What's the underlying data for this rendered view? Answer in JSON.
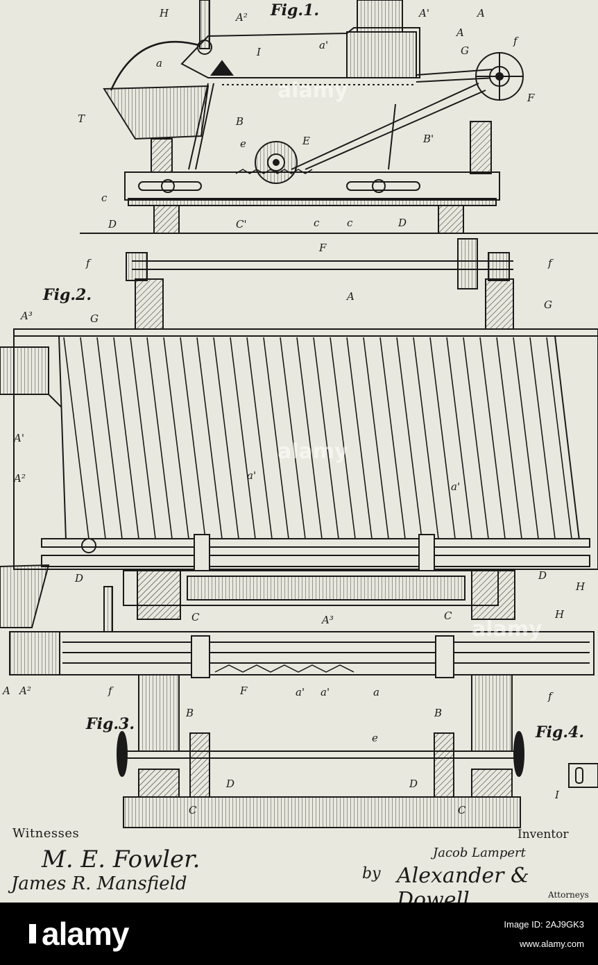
{
  "figures": [
    "Fig.1.",
    "Fig.2.",
    "Fig.3.",
    "Fig.4."
  ],
  "part_labels": {
    "A": "A",
    "A1": "A'",
    "A2": "A²",
    "A3": "A³",
    "a": "a",
    "a1": "a'",
    "B": "B",
    "B1": "B'",
    "C": "C",
    "C1": "C'",
    "c": "c",
    "D": "D",
    "E": "E",
    "e": "e",
    "F": "F",
    "f": "f",
    "G": "G",
    "H": "H",
    "T": "T",
    "I": "I"
  },
  "captions": {
    "witnesses": "Witnesses",
    "inventor": "Inventor",
    "inventor_name": "Jacob Lampert",
    "by": "by",
    "attorneys": "Attorneys"
  },
  "signatures": {
    "witness1": "M. E. Fowler.",
    "witness2": "James R. Mansfield",
    "attorney": "Alexander & Dowell."
  },
  "watermark": {
    "brand": "alamy",
    "image_id_label": "Image ID: 2AJ9GK3",
    "url": "www.alamy.com"
  },
  "colors": {
    "paper": "#e9e8de",
    "ink": "#1a1a1a",
    "bar": "#000000"
  }
}
